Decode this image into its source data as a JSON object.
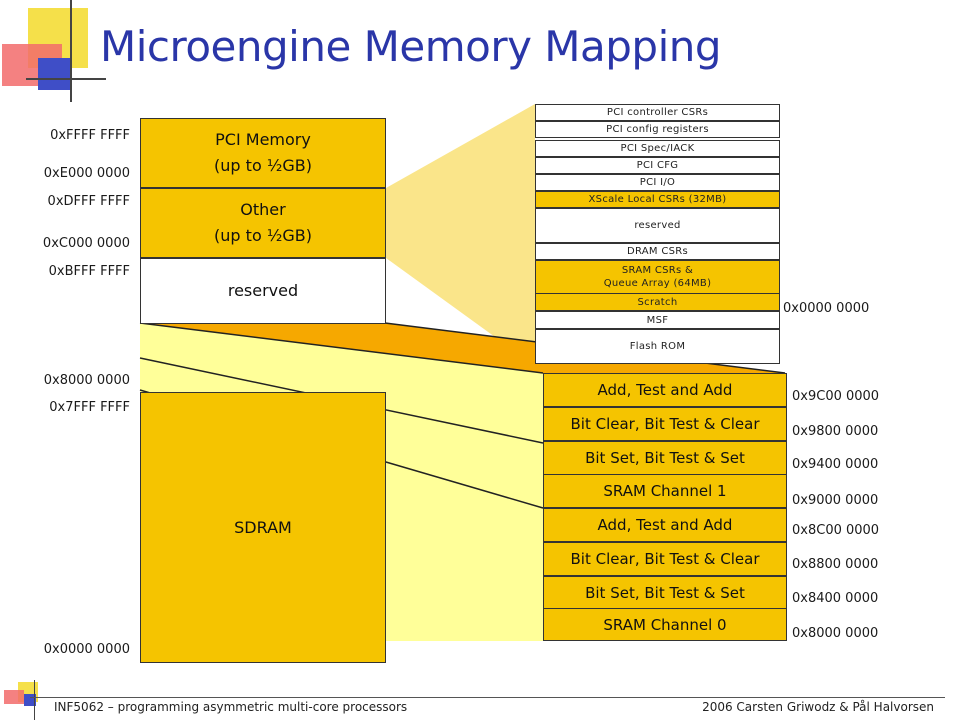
{
  "title": "Microengine Memory Mapping",
  "left_addresses": [
    "0xFFFF FFFF",
    "0xE000 0000",
    "0xDFFF FFFF",
    "0xC000 0000",
    "0xBFFF FFFF",
    "0x8000 0000",
    "0x7FFF FFFF",
    "0x0000 0000"
  ],
  "left_blocks": {
    "pci_memory": {
      "line1": "PCI Memory",
      "line2": "(up to ½GB)"
    },
    "other": {
      "line1": "Other",
      "line2": "(up to ½GB)"
    },
    "reserved": "reserved",
    "sdram": "SDRAM"
  },
  "pci_map": [
    "PCI controller CSRs",
    "PCI config registers",
    "PCI Spec/IACK",
    "PCI CFG",
    "PCI I/O",
    "XScale Local CSRs (32MB)",
    "reserved",
    "DRAM CSRs",
    "SRAM CSRs &",
    "Queue Array (64MB)",
    "Scratch",
    "MSF",
    "Flash ROM"
  ],
  "pci_map_base": "0x0000 0000",
  "sram_map": [
    "Add, Test and Add",
    "Bit Clear, Bit Test & Clear",
    "Bit Set, Bit Test & Set",
    "SRAM Channel 1",
    "Add, Test and Add",
    "Bit Clear, Bit Test & Clear",
    "Bit Set, Bit Test & Set",
    "SRAM Channel 0"
  ],
  "sram_addresses": [
    "0x9C00 0000",
    "0x9800 0000",
    "0x9400 0000",
    "0x9000 0000",
    "0x8C00 0000",
    "0x8800 0000",
    "0x8400 0000",
    "0x8000 0000"
  ],
  "footer": {
    "left": "INF5062 – programming asymmetric multi-core processors",
    "right": "2006 Carsten Griwodz & Pål Halvorsen"
  },
  "colors": {
    "gold": "#f5c400",
    "orange": "#f6a800",
    "light_yellow": "#ffff99",
    "pale_gold": "#fae58a",
    "title_blue": "#2a36a8"
  }
}
